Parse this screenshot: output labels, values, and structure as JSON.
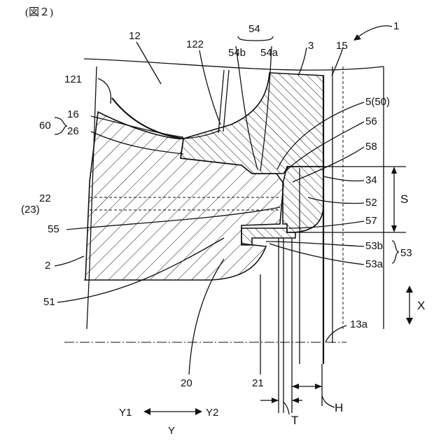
{
  "figure": {
    "caption": "(図２)"
  },
  "labels": {
    "n1": "1",
    "n12": "12",
    "n122": "122",
    "n54": "54",
    "n54b": "54b",
    "n54a": "54a",
    "n3": "3",
    "n15": "15",
    "n121": "121",
    "n5_50": "5(50)",
    "n16": "16",
    "n60": "60",
    "n26": "26",
    "n56": "56",
    "n58": "58",
    "n34": "34",
    "nS": "S",
    "n22": "22",
    "n23": "(23)",
    "n52": "52",
    "n55": "55",
    "n57": "57",
    "n53b": "53b",
    "n53": "53",
    "n2": "2",
    "n53a": "53a",
    "nX": "X",
    "n51": "51",
    "n13a": "13a",
    "n20": "20",
    "n21": "21",
    "nH": "H",
    "nY1": "Y1",
    "nY2": "Y2",
    "nY": "Y",
    "nT": "T"
  }
}
